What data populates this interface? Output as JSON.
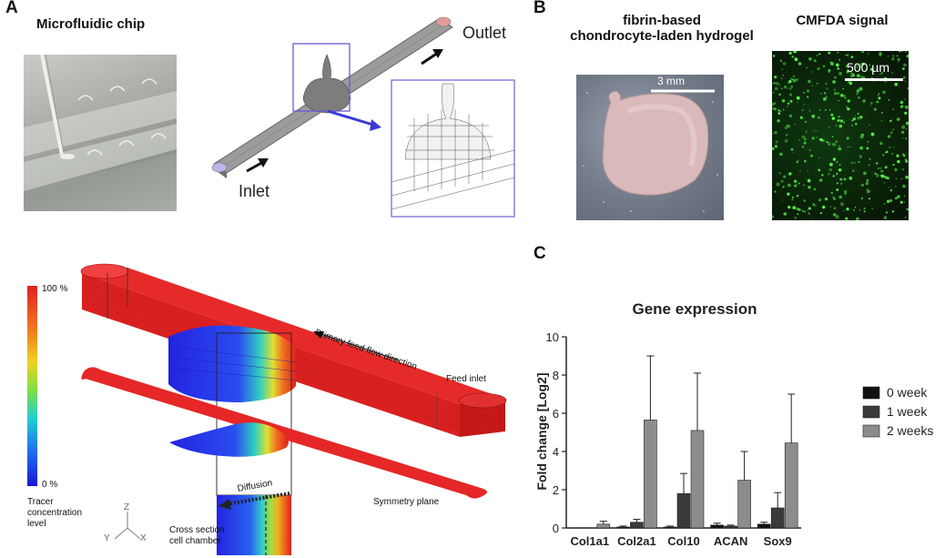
{
  "panel_a": {
    "letter": "A",
    "heading": "Microfluidic chip",
    "inlet_label": "Inlet",
    "outlet_label": "Outlet"
  },
  "panel_b": {
    "letter": "B",
    "heading_left": "fibrin-based\nchondrocyte-laden hydrogel",
    "heading_right": "CMFDA signal",
    "scale_left": "3 mm",
    "scale_right": "500 µm"
  },
  "panel_c": {
    "letter": "C"
  },
  "simulation": {
    "colorbar_max": "100 %",
    "colorbar_min": "0 %",
    "colorbar_title": "Tracer\nconcentration\nlevel",
    "flow_label": "Primary feed flow direction",
    "feed_inlet_label": "Feed inlet",
    "diffusion_label": "Diffusion",
    "symmetry_label": "Symmetry plane",
    "cross_section_label": "Cross section\ncell chamber",
    "axis_labels": [
      "Z",
      "Y",
      "X"
    ]
  },
  "chart_data": {
    "type": "bar",
    "title": "Gene expression",
    "ylabel": "Fold change [Log2]",
    "xlabel": "",
    "ylim": [
      0,
      10
    ],
    "yticks": [
      0,
      2,
      4,
      6,
      8,
      10
    ],
    "categories": [
      "Col1a1",
      "Col2a1",
      "Col10",
      "ACAN",
      "Sox9"
    ],
    "series": [
      {
        "name": "0 week",
        "color": "#111111",
        "values": [
          0.0,
          0.05,
          0.05,
          0.15,
          0.2
        ],
        "errors": [
          0.0,
          0.05,
          0.05,
          0.1,
          0.1
        ]
      },
      {
        "name": "1 week",
        "color": "#3a3a3a",
        "values": [
          0.0,
          0.3,
          1.8,
          0.1,
          1.05
        ],
        "errors": [
          0.0,
          0.15,
          1.05,
          0.05,
          0.8
        ]
      },
      {
        "name": "2 weeks",
        "color": "#8c8c8c",
        "values": [
          0.2,
          5.65,
          5.1,
          2.5,
          4.45
        ],
        "errors": [
          0.15,
          3.35,
          3.0,
          1.5,
          2.55
        ]
      }
    ],
    "legend_position": "right",
    "grid": false
  }
}
